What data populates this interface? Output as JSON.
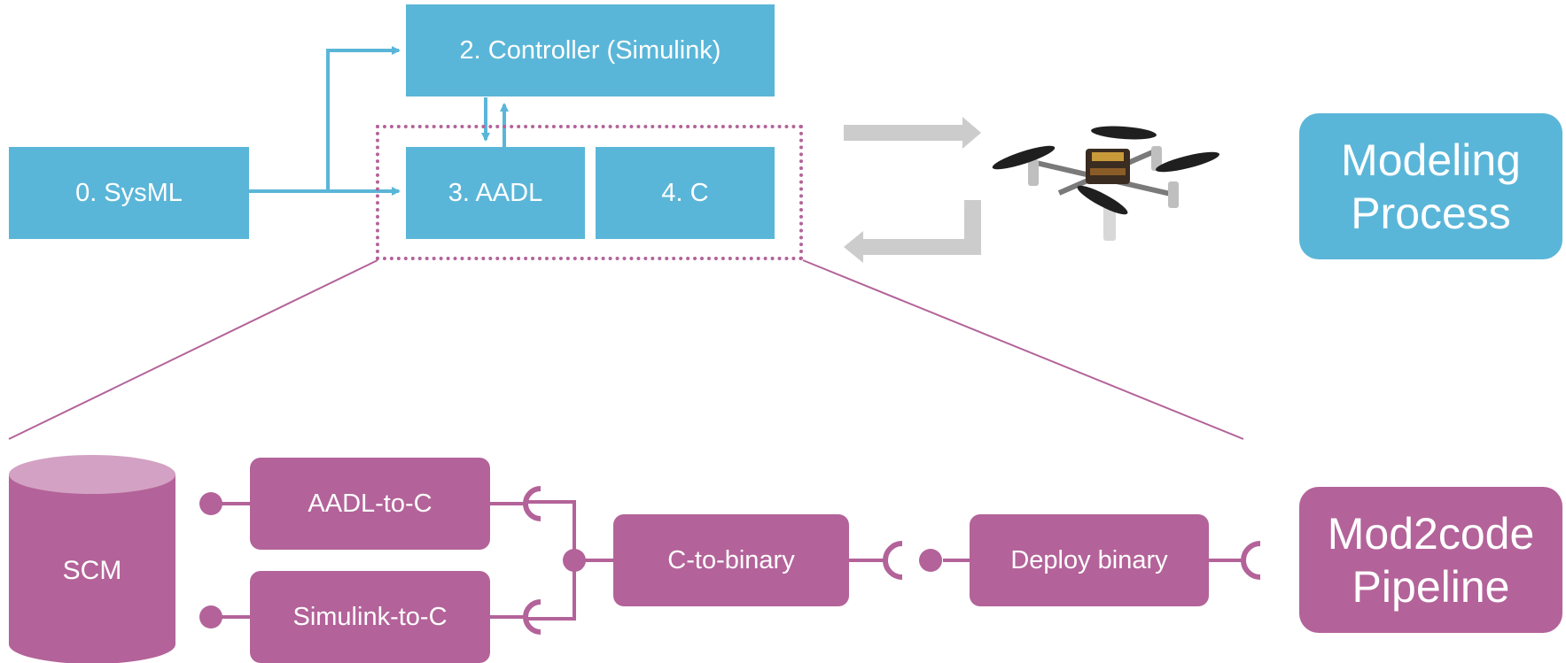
{
  "process": {
    "sysml": "0. SysML",
    "controller": "2. Controller (Simulink)",
    "aadl": "3. AADL",
    "c": "4. C",
    "title_line1": "Modeling",
    "title_line2": "Process"
  },
  "pipeline": {
    "scm": "SCM",
    "aadl_to_c": "AADL-to-C",
    "simulink_to_c": "Simulink-to-C",
    "c_to_binary": "C-to-binary",
    "deploy_binary": "Deploy binary",
    "title_line1": "Mod2code",
    "title_line2": "Pipeline"
  },
  "colors": {
    "process_blue": "#5ab6d8",
    "pipeline_pink": "#b36399",
    "scm_top": "#d3a1c3",
    "flow_gray": "#cccccc"
  },
  "icons": {
    "drone": "quadcopter-drone-photo"
  }
}
